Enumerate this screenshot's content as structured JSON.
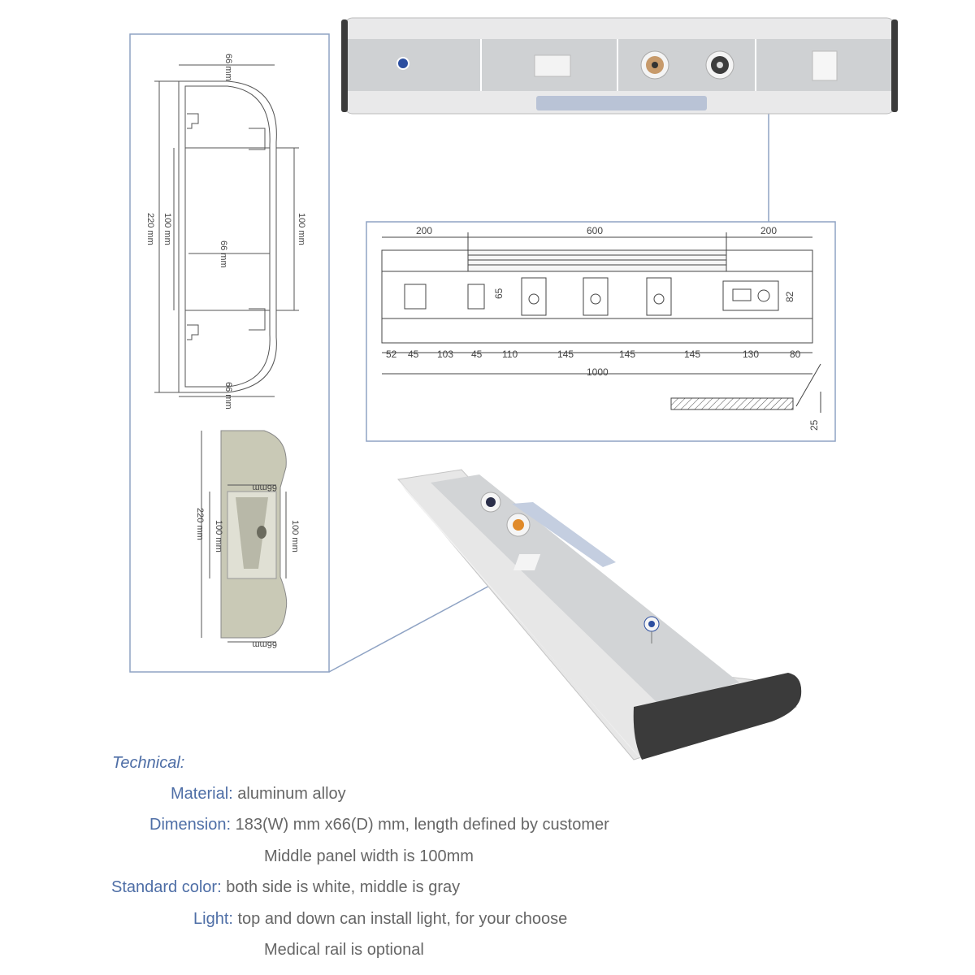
{
  "section_profile": {
    "dims": {
      "top_depth": "66 mm",
      "bottom_depth": "66 mm",
      "total_height": "220 mm",
      "panel_inner": "100 mm",
      "panel_right": "100 mm",
      "mid_depth": "66 mm"
    }
  },
  "section_photo": {
    "dims": {
      "top_depth": "66mm",
      "bottom_depth": "66mm",
      "total_height": "220 mm",
      "panel_left": "100 mm",
      "panel_right": "100 mm"
    }
  },
  "panel_drawing": {
    "top_dims": [
      "200",
      "600",
      "200"
    ],
    "bottom_dims": [
      "52",
      "45",
      "103",
      "45",
      "110",
      "145",
      "145",
      "145",
      "130",
      "80"
    ],
    "total": "1000",
    "small_dims": [
      "65",
      "82"
    ],
    "floor_dim": "25"
  },
  "technical": {
    "heading": "Technical:",
    "rows": [
      {
        "label": "Material:",
        "value": "aluminum alloy"
      },
      {
        "label": "Dimension:",
        "value": "183(W) mm x66(D) mm, length defined by customer"
      },
      {
        "label": "",
        "value": "Middle panel width is 100mm"
      },
      {
        "label": "Standard color:",
        "value": "both side is white, middle is gray"
      },
      {
        "label": "Light:",
        "value": "top and down can install light, for your choose"
      },
      {
        "label": "",
        "value": "Medical rail is optional"
      }
    ]
  },
  "colors": {
    "accent": "#4e6ea6",
    "frame": "#8fa3c4",
    "panel_gray": "#d2d4d6",
    "rail_white": "#eeeeee"
  }
}
